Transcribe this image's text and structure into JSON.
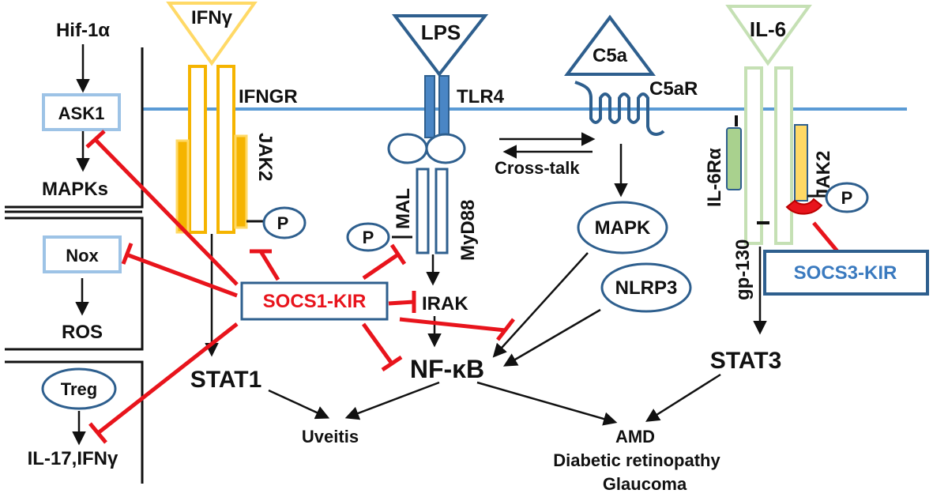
{
  "nodes": {
    "hif1a": "Hif-1α",
    "ask1": "ASK1",
    "mapks": "MAPKs",
    "nox": "Nox",
    "ros": "ROS",
    "treg": "Treg",
    "il17_ifng": "IL-17,IFNγ",
    "ifng": "IFNγ",
    "ifngr": "IFNGR",
    "jak2_left": "JAK2",
    "p_jak2_left": "P",
    "lps": "LPS",
    "tlr4": "TLR4",
    "mal": "MAL",
    "p_mal": "P",
    "myd88": "MyD88",
    "irak": "IRAK",
    "cross_talk": "Cross-talk",
    "c5a": "C5a",
    "c5ar": "C5aR",
    "mapk": "MAPK",
    "nlrp3": "NLRP3",
    "il6": "IL-6",
    "il6ra": "IL-6Rα",
    "jak2_right": "JAK2",
    "p_jak2_right": "P",
    "gp130": "gp-130",
    "socs3_kir": "SOCS3-KIR",
    "socs1_kir": "SOCS1-KIR",
    "stat1": "STAT1",
    "nfkb": "NF-κB",
    "stat3": "STAT3",
    "uveitis": "Uveitis",
    "amd": "AMD",
    "diabetic_retinopathy": "Diabetic retinopathy",
    "glaucoma": "Glaucoma"
  },
  "colors": {
    "membrane": "#5b9bd5",
    "inhibition": "#e8141c",
    "activation": "#111111",
    "ifn_receptor": "#f5b400",
    "tlr_receptor": "#4a86c5",
    "node_outline": "#2e5f8e",
    "box_outline": "#9dc3e6",
    "il6_receptor": "#a9d18e"
  }
}
